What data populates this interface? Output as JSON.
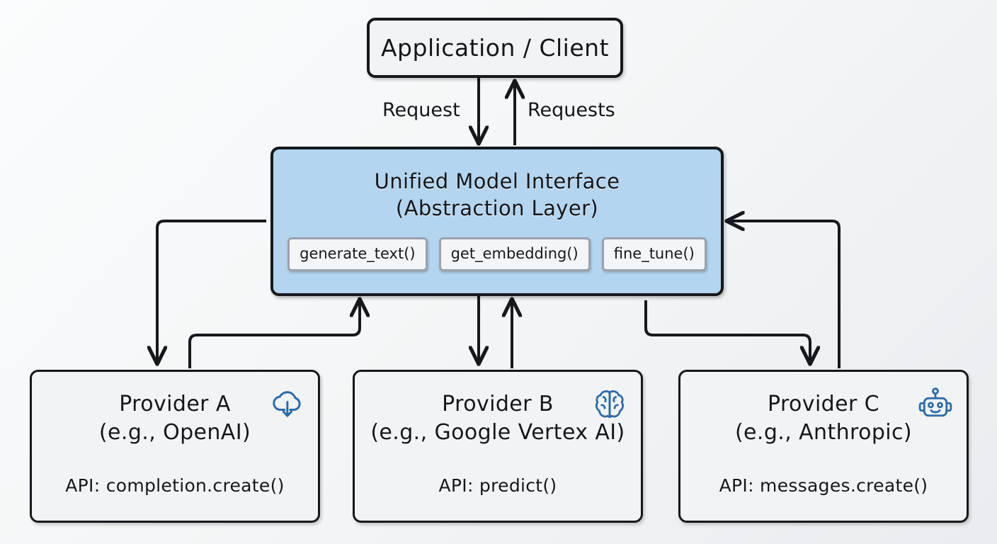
{
  "diagram": {
    "title": "Unified Model Interface abstraction layer over LLM providers",
    "background_color": "#f2f4f6",
    "accent_color": "#b4d5f0",
    "icon_color": "#2a6ba8",
    "stroke_color": "#16191c"
  },
  "app_client": {
    "label": "Application / Client"
  },
  "interface": {
    "title_line1": "Unified Model Interface",
    "title_line2": "(Abstraction Layer)",
    "methods": [
      {
        "name": "generate-text-method",
        "label": "generate_text()"
      },
      {
        "name": "get-embedding-method",
        "label": "get_embedding()"
      },
      {
        "name": "fine-tune-method",
        "label": "fine_tune()"
      }
    ]
  },
  "edges": [
    {
      "name": "edge-request-down",
      "label": "Request",
      "direction": "down",
      "from": "Application / Client",
      "to": "Unified Model Interface"
    },
    {
      "name": "edge-requests-up",
      "label": "Requests",
      "direction": "up",
      "from": "Unified Model Interface",
      "to": "Application / Client"
    },
    {
      "name": "edge-interface-to-provider-a",
      "label": "",
      "direction": "down",
      "from": "Unified Model Interface",
      "to": "Provider A"
    },
    {
      "name": "edge-provider-a-to-interface",
      "label": "",
      "direction": "up",
      "from": "Provider A",
      "to": "Unified Model Interface"
    },
    {
      "name": "edge-interface-to-provider-b",
      "label": "",
      "direction": "down",
      "from": "Unified Model Interface",
      "to": "Provider B"
    },
    {
      "name": "edge-provider-b-to-interface",
      "label": "",
      "direction": "up",
      "from": "Provider B",
      "to": "Unified Model Interface"
    },
    {
      "name": "edge-interface-to-provider-c",
      "label": "",
      "direction": "down",
      "from": "Unified Model Interface",
      "to": "Provider C"
    },
    {
      "name": "edge-provider-c-to-interface",
      "label": "",
      "direction": "up",
      "from": "Provider C",
      "to": "Unified Model Interface"
    }
  ],
  "providers": [
    {
      "id": "provider-a",
      "name": "Provider A",
      "vendor": "(e.g., OpenAI)",
      "api": "API: completion.create()",
      "icon": "cloud-download-icon"
    },
    {
      "id": "provider-b",
      "name": "Provider B",
      "vendor": "(e.g., Google Vertex AI)",
      "api": "API: predict()",
      "icon": "brain-icon"
    },
    {
      "id": "provider-c",
      "name": "Provider C",
      "vendor": "(e.g., Anthropic)",
      "api": "API: messages.create()",
      "icon": "robot-icon"
    }
  ]
}
